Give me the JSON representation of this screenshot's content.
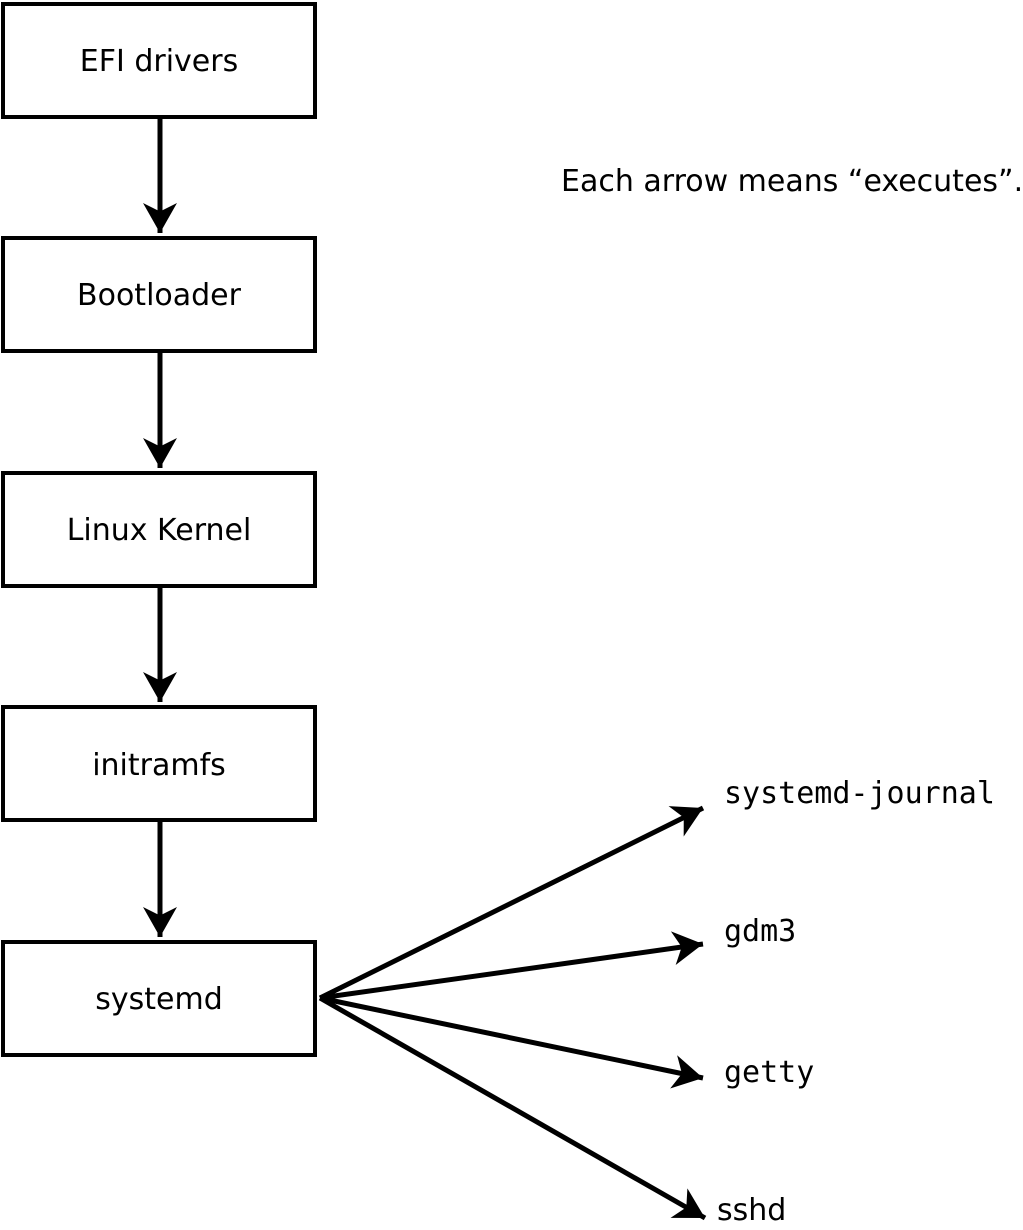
{
  "diagram": {
    "caption": "Each arrow means “executes”.",
    "chain": [
      {
        "id": "efi-drivers",
        "label": "EFI drivers"
      },
      {
        "id": "bootloader",
        "label": "Bootloader"
      },
      {
        "id": "linux-kernel",
        "label": "Linux Kernel"
      },
      {
        "id": "initramfs",
        "label": "initramfs"
      },
      {
        "id": "systemd",
        "label": "systemd"
      }
    ],
    "spawned": [
      {
        "id": "systemd-journal",
        "label": "systemd-journal"
      },
      {
        "id": "gdm3",
        "label": "gdm3"
      },
      {
        "id": "getty",
        "label": "getty"
      },
      {
        "id": "sshd",
        "label": "sshd"
      }
    ],
    "colors": {
      "line": "#000000",
      "background": "#ffffff",
      "box_fill": "#ffffff"
    }
  }
}
